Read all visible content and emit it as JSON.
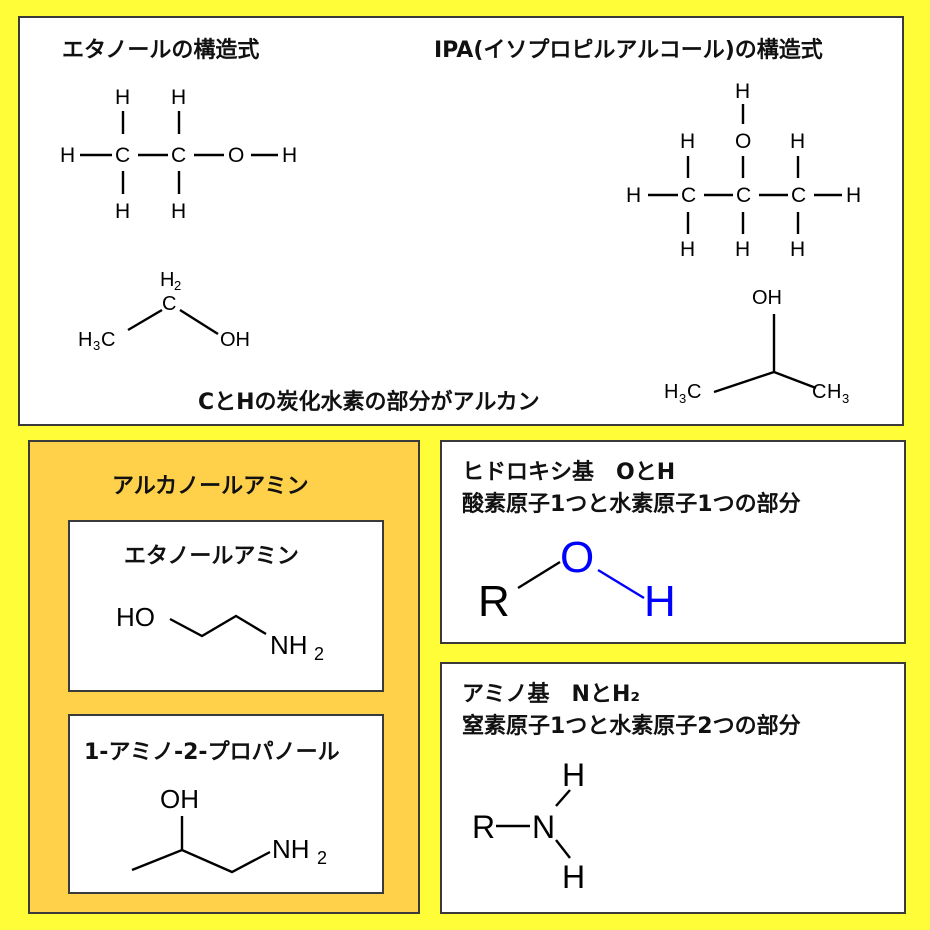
{
  "top": {
    "ethanol_title": "エタノールの構造式",
    "ipa_title": "IPA(イソプロピルアルコール)の構造式",
    "footnote": "CとHの炭化水素の部分がアルカン"
  },
  "alkanolamine": {
    "title": "アルカノールアミン",
    "ethanolamine_title": "エタノールアミン",
    "aminopropanol_title": "1-アミノ-2-プロパノール"
  },
  "hydroxy": {
    "line1": "ヒドロキシ基　OとH",
    "line2": "酸素原子1つと水素原子1つの部分"
  },
  "amino": {
    "line1": "アミノ基　NとH₂",
    "line2": "窒素原子1つと水素原子2つの部分"
  },
  "atoms": {
    "H": "H",
    "C": "C",
    "O": "O",
    "N": "N",
    "R": "R",
    "OH": "OH",
    "HO": "HO",
    "NH": "NH",
    "sub2": "2",
    "sub3": "3"
  },
  "colors": {
    "background": "#fffd38",
    "orange_panel": "#ffd04a",
    "hydroxy_blue": "#0000ff"
  }
}
